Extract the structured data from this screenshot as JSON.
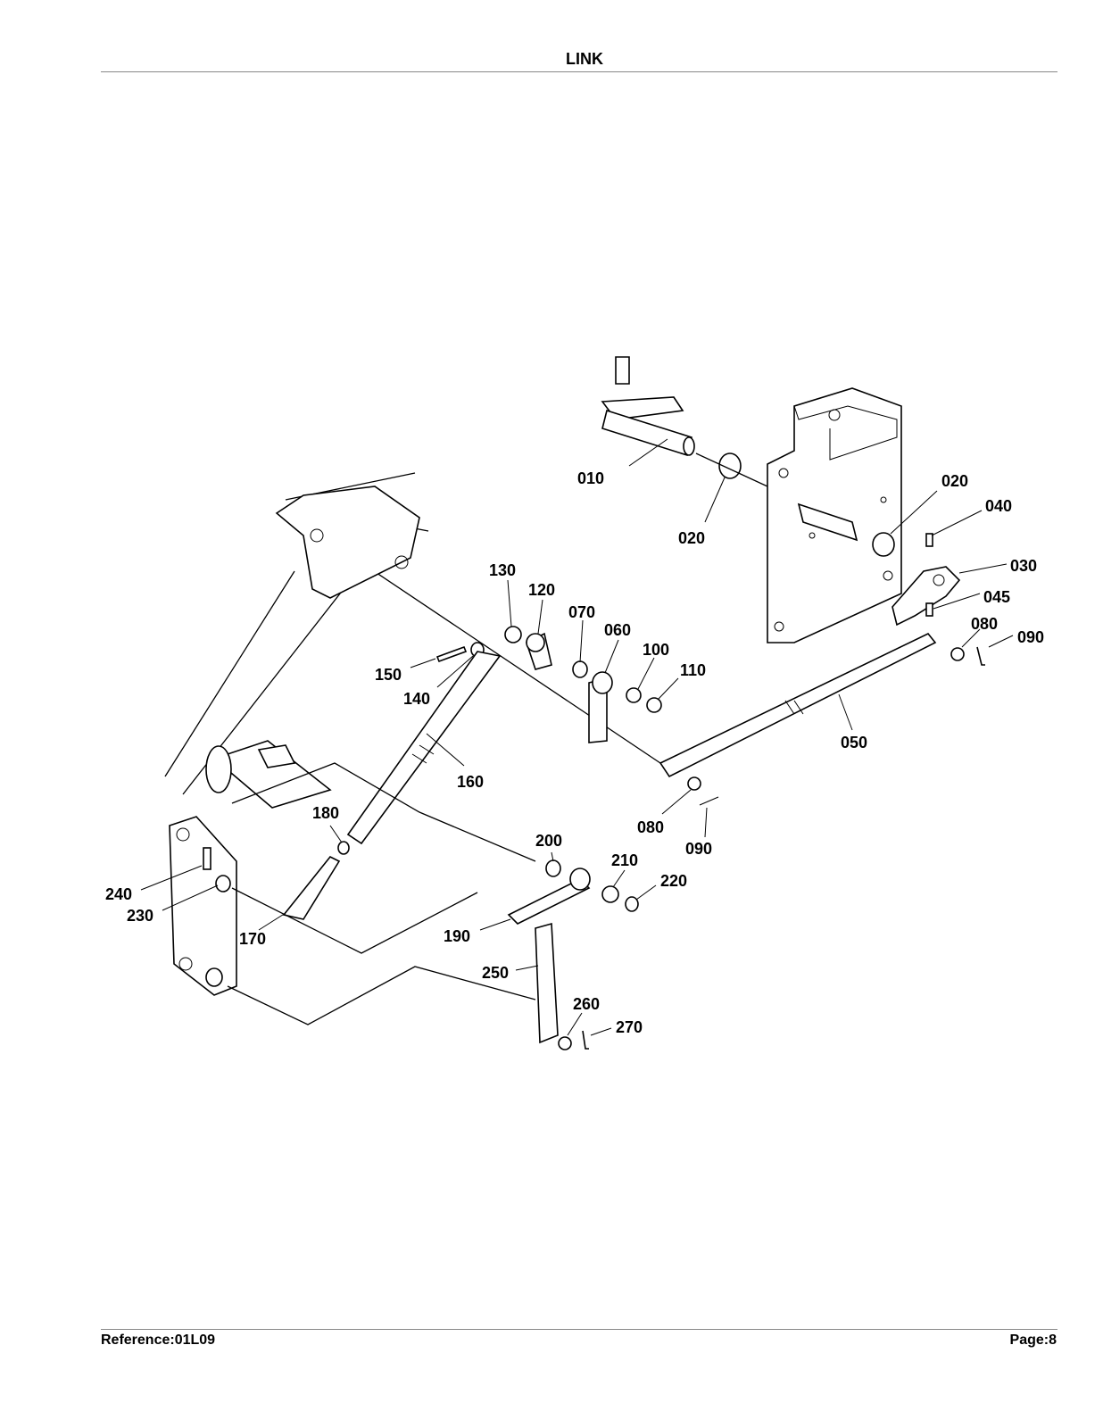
{
  "header": {
    "title": "LINK"
  },
  "footer": {
    "reference": "Reference:01L09",
    "page": "Page:8"
  },
  "callouts": [
    "010",
    "020",
    "020",
    "040",
    "030",
    "045",
    "080",
    "090",
    "130",
    "120",
    "070",
    "060",
    "100",
    "110",
    "150",
    "140",
    "160",
    "050",
    "080",
    "090",
    "180",
    "200",
    "210",
    "220",
    "240",
    "230",
    "170",
    "190",
    "250",
    "260",
    "270"
  ]
}
